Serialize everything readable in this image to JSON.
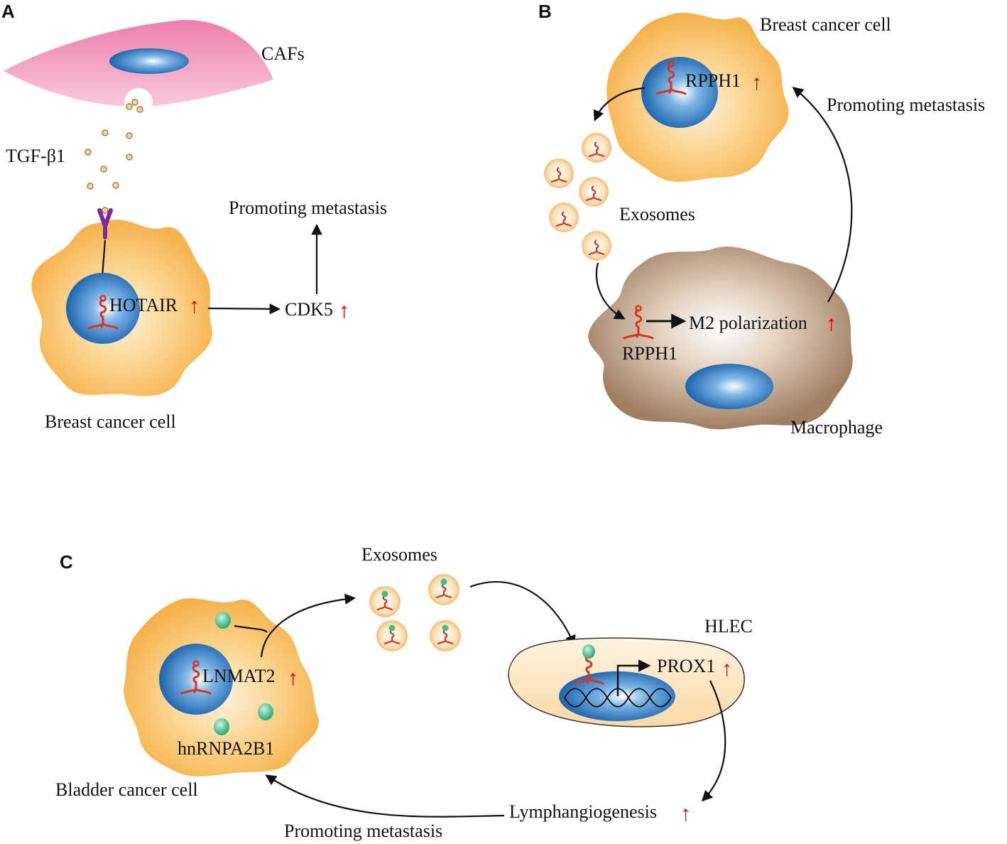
{
  "colors": {
    "cell_orange": "#f8b854",
    "cell_light": "#fff3de",
    "nucleus_blue": "#1f6fb9",
    "caf_pink": "#ef8db5",
    "macrophage_brown": "#a8876c",
    "rna_red": "#e0301e",
    "arrow_up_red": "#e00000",
    "protein_green": "#3cc08c",
    "receptor_purple": "#7a2a9a"
  },
  "icons": [
    "rna-hairpin-icon",
    "exosome-icon",
    "receptor-icon",
    "dna-helix-icon",
    "protein-icon"
  ],
  "panel_a": {
    "letter": "A",
    "caf_label": "CAFs",
    "ligand_label": "TGF-β1",
    "gene_label": "HOTAIR",
    "target_label": "CDK5",
    "outcome_label": "Promoting metastasis",
    "cell_label": "Breast cancer cell",
    "up_symbol": "↑"
  },
  "panel_b": {
    "letter": "B",
    "cell_label": "Breast cancer cell",
    "gene_label": "RPPH1",
    "outcome_label": "Promoting metastasis",
    "exosome_label": "Exosomes",
    "macrophage_gene_label": "RPPH1",
    "polarization_label": "M2 polarization",
    "macrophage_label": "Macrophage",
    "up_symbol": "↑"
  },
  "panel_c": {
    "letter": "C",
    "exosome_label": "Exosomes",
    "hlec_label": "HLEC",
    "gene_label": "LNMAT2",
    "target_label": "PROX1",
    "protein_label": "hnRNPA2B1",
    "cell_label": "Bladder cancer cell",
    "lymph_label": "Lymphangiogenesis",
    "outcome_label": "Promoting metastasis",
    "up_symbol": "↑"
  }
}
